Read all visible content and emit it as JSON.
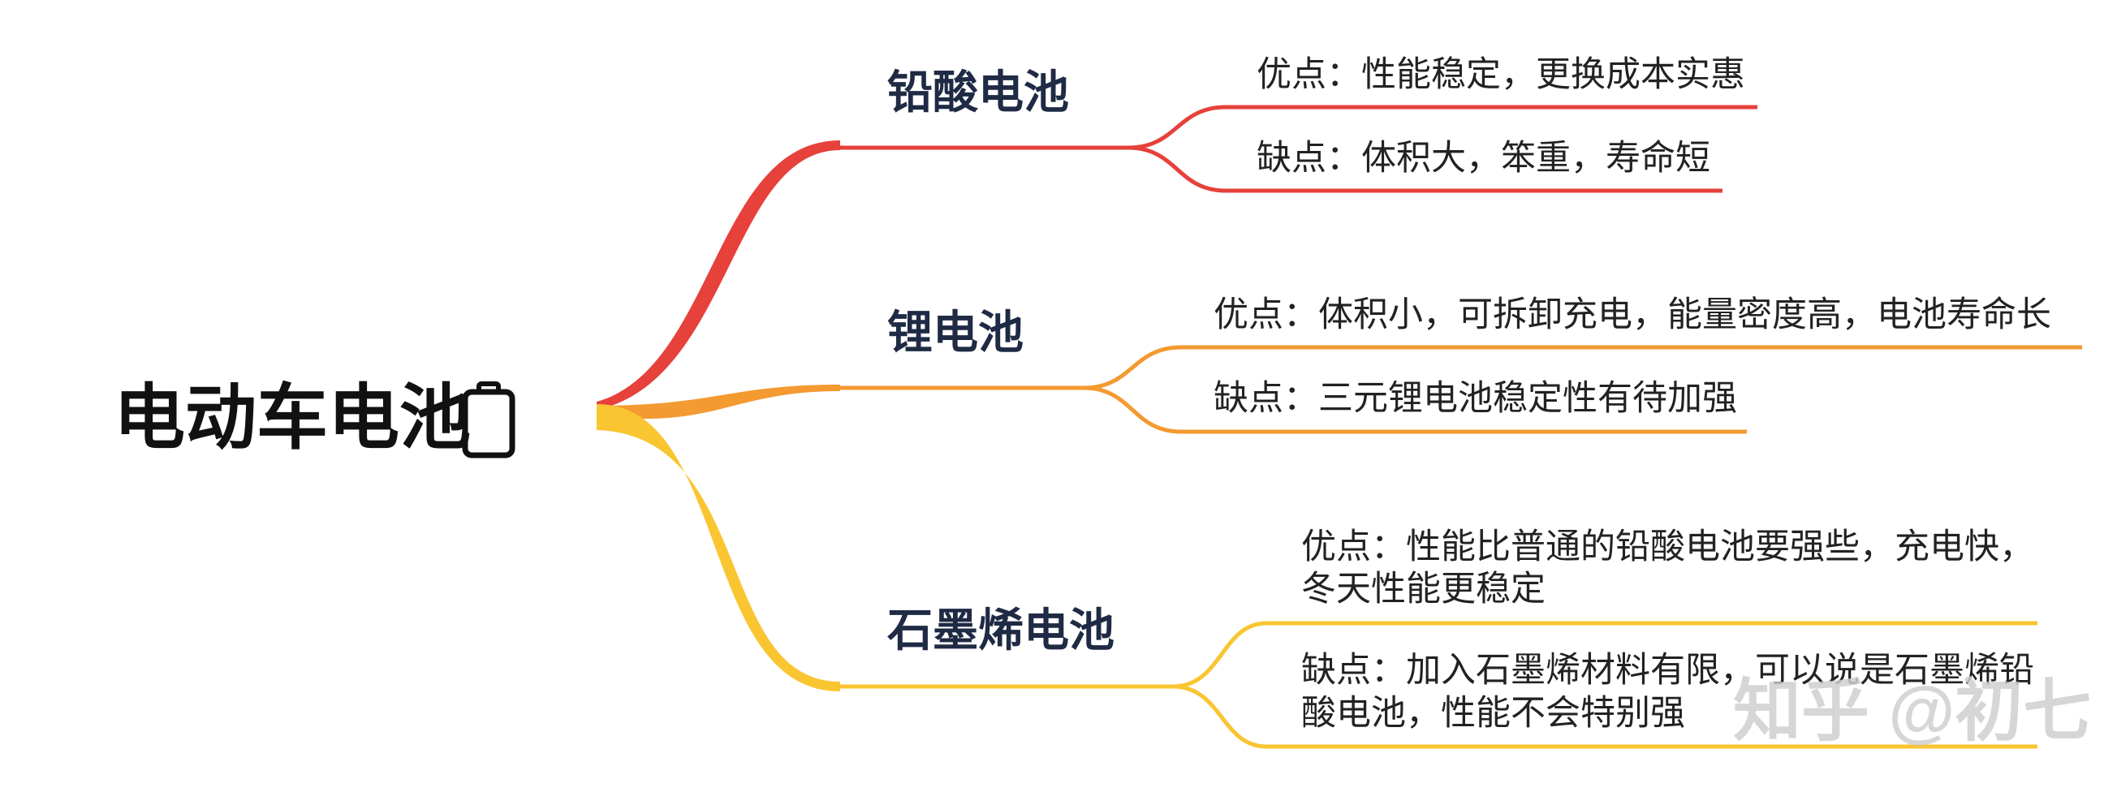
{
  "root": {
    "title": "电动车电池",
    "icon": "battery-icon"
  },
  "colors": {
    "lead_branch": "#e6413b",
    "lithium_branch": "#f39a31",
    "graphene_branch": "#f9c531",
    "title_text": "#1f2a44",
    "leaf_text": "#222222"
  },
  "branches": [
    {
      "title": "铅酸电池",
      "pros": "优点：性能稳定，更换成本实惠",
      "cons": "缺点：体积大，笨重，寿命短"
    },
    {
      "title": "锂电池",
      "pros": "优点：体积小，可拆卸充电，能量密度高，电池寿命长",
      "cons": "缺点：三元锂电池稳定性有待加强"
    },
    {
      "title": "石墨烯电池",
      "pros_lines": [
        "优点：性能比普通的铅酸电池要强些，充电快，",
        "冬天性能更稳定"
      ],
      "cons_lines": [
        "缺点：加入石墨烯材料有限，可以说是石墨烯铅",
        "酸电池，性能不会特别强"
      ]
    }
  ],
  "watermark": "知乎 @初七"
}
